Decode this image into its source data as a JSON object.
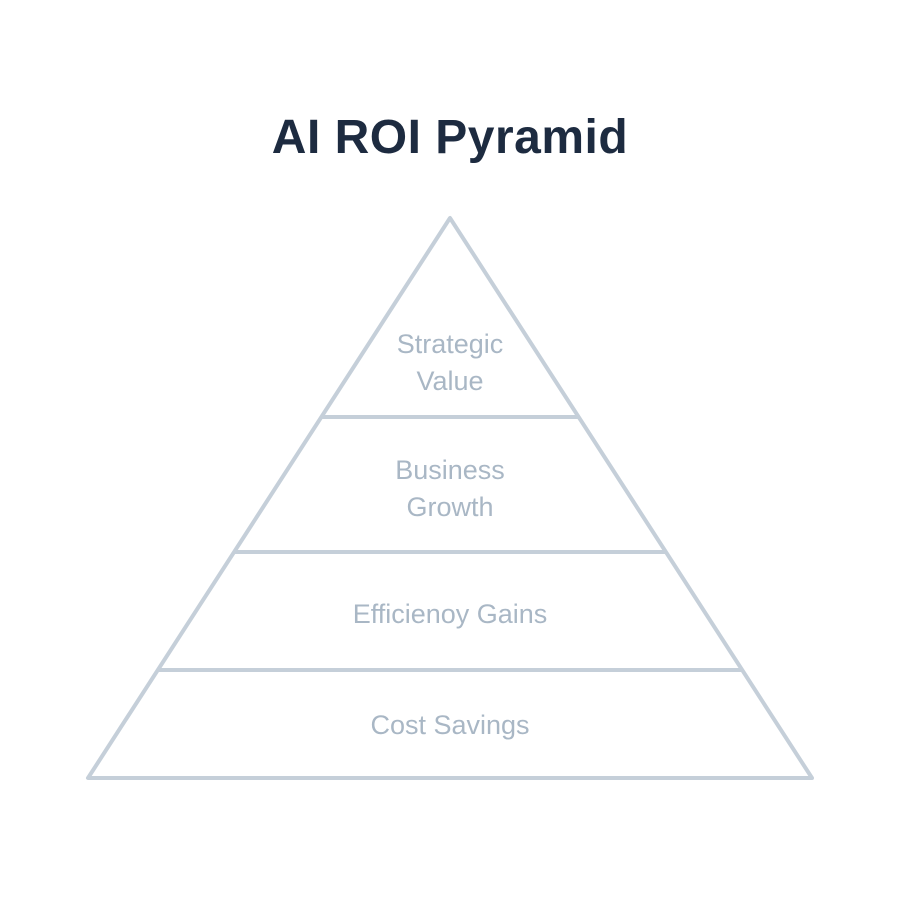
{
  "title": "AI ROI Pyramid",
  "colors": {
    "title": "#1d2b40",
    "outline": "#c5cfd9",
    "label": "#a9b7c5"
  },
  "tiers": [
    {
      "line1": "Strategic",
      "line2": "Value"
    },
    {
      "line1": "Business",
      "line2": "Growth"
    },
    {
      "line1": "Efficienoy Gains"
    },
    {
      "line1": "Cost Savings"
    }
  ]
}
